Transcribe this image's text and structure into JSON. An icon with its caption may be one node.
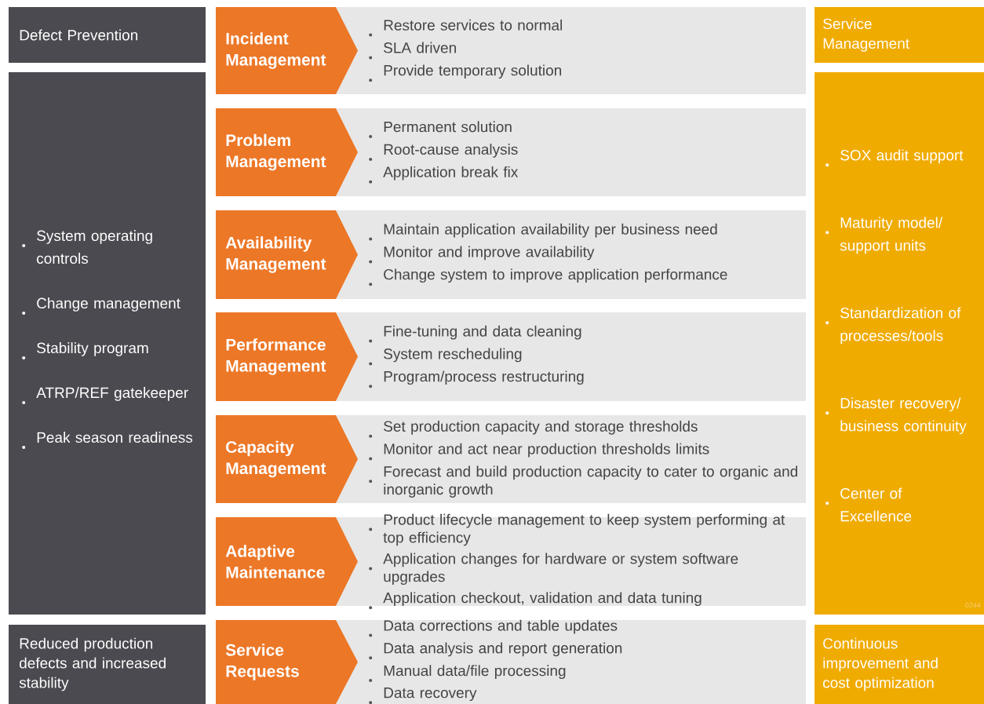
{
  "diagram": {
    "nodes": [
      {
        "text": [
          "Defect Prevention"
        ]
      },
      {
        "text": [
          "System operating controls",
          "Change management",
          "Stability program",
          "ATRP/REF gatekeeper",
          "Peak season readiness"
        ]
      },
      {
        "text": [
          "Reduced production defects and increased stability"
        ]
      },
      {
        "text": [
          "Incident Management"
        ]
      },
      {
        "text": [
          "Restore services to normal",
          "SLA driven",
          "Provide temporary solution"
        ]
      },
      {
        "text": [
          "Problem Management"
        ]
      },
      {
        "text": [
          "Permanent solution",
          "Root-cause analysis",
          "Application break fix"
        ]
      },
      {
        "text": [
          "Availability Management"
        ]
      },
      {
        "text": [
          "Maintain application availability per business need",
          "Monitor and improve availability",
          "Change system to improve application performance"
        ]
      },
      {
        "text": [
          "Performance Management"
        ]
      },
      {
        "text": [
          "Fine-tuning and data cleaning",
          "System rescheduling",
          "Program/process restructuring"
        ]
      },
      {
        "text": [
          "Capacity Management"
        ]
      },
      {
        "text": [
          "Set production capacity and storage thresholds",
          "Monitor and act near production thresholds limits",
          "Forecast and build production capacity to cater to organic and inorganic growth"
        ]
      },
      {
        "text": [
          "Adaptive Maintenance"
        ]
      },
      {
        "text": [
          "Product lifecycle management to keep system performing at top efficiency",
          "Application changes for hardware or system software upgrades",
          "Application checkout, validation and data tuning"
        ]
      },
      {
        "text": [
          "Service Requests"
        ]
      },
      {
        "text": [
          "Data corrections and table updates",
          "Data analysis and report generation",
          "Manual data/file processing",
          "Data recovery"
        ]
      },
      {
        "text": [
          "Service Management"
        ]
      },
      {
        "text": [
          "SOX audit support",
          "Maturity model/ support units",
          "Standardization of processes/tools",
          "Disaster recovery/ business continuity",
          "Center of Excellence"
        ]
      },
      {
        "text": [
          "Continuous improvement and cost optimization"
        ]
      }
    ],
    "labels": [
      "0244"
    ]
  }
}
